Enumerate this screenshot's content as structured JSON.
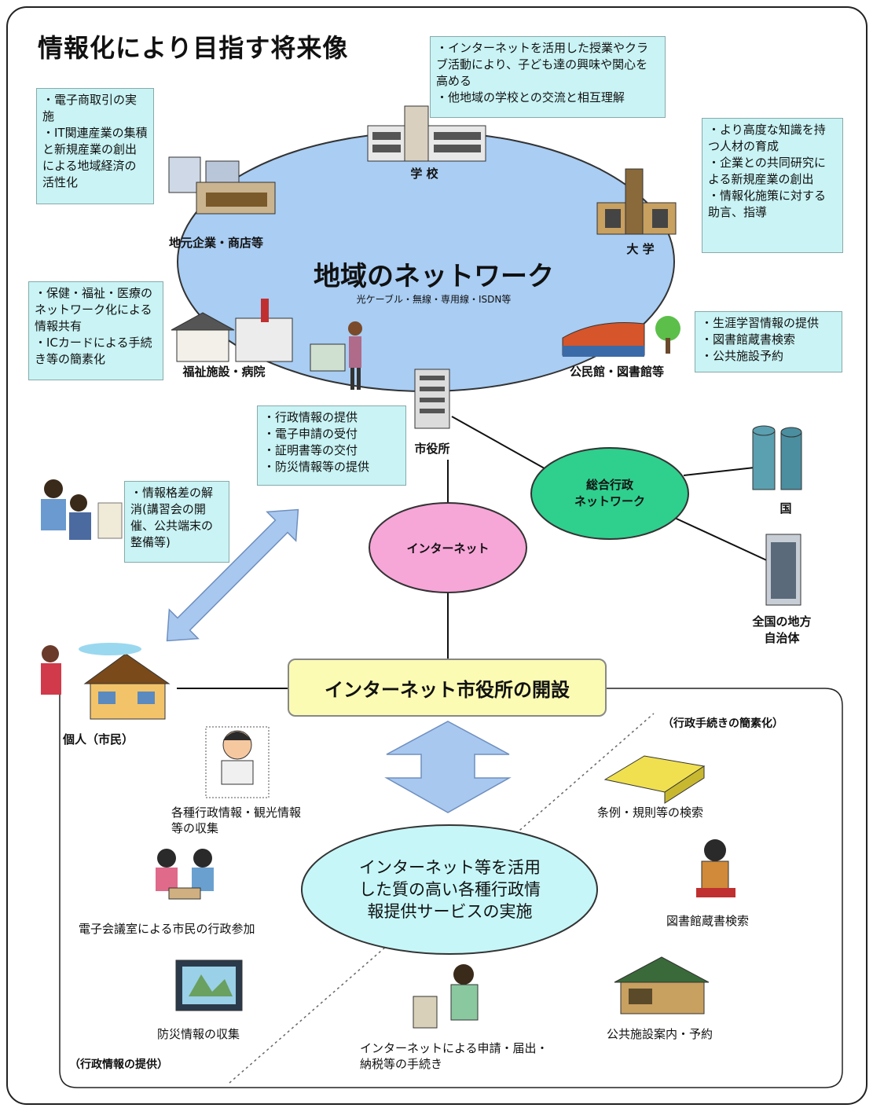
{
  "title": "情報化により目指す将来像",
  "network": {
    "title": "地域のネットワーク",
    "subtitle": "光ケーブル・無線・専用線・ISDN等"
  },
  "nodes": {
    "school": "学 校",
    "business": "地元企業・商店等",
    "university": "大 学",
    "welfare": "福祉施設・病院",
    "library": "公民館・図書館等",
    "city_hall": "市役所",
    "internet": "インターネット",
    "admin_network": "総合行政\nネットワーク",
    "country": "国",
    "local_govs": "全国の地方\n自治体",
    "citizen": "個人（市民）"
  },
  "notes": {
    "school": "・インターネットを活用した授業やクラブ活動により、子ども達の興味や関心を高める\n・他地域の学校との交流と相互理解",
    "business": "・電子商取引の実施\n・IT関連産業の集積と新規産業の創出による地域経済の活性化",
    "university": "・より高度な知識を持つ人材の育成\n・企業との共同研究による新規産業の創出\n・情報化施策に対する助言、指導",
    "welfare": "・保健・福祉・医療のネットワーク化による情報共有\n・ICカードによる手続き等の簡素化",
    "library": "・生涯学習情報の提供\n・図書館蔵書検索\n・公共施設予約",
    "city_hall": "・行政情報の提供\n・電子申請の受付\n・証明書等の交付\n・防災情報等の提供",
    "digital_divide": "・情報格差の解消(講習会の開催、公共端末の整備等)"
  },
  "internet_city_hall": "インターネット市役所の開設",
  "center_service": "インターネット等を活用\nした質の高い各種行政情\n報提供サービスの実施",
  "sections": {
    "procedures": "（行政手続きの簡素化）",
    "information": "（行政情報の提供）"
  },
  "services": {
    "info_collection": "各種行政情報・観光情報\n等の収集",
    "e_meeting": "電子会議室による市民の行政参加",
    "disaster_info": "防災情報の収集",
    "online_procedures": "インターネットによる申請・届出・\n納税等の手続き",
    "ordinance_search": "条例・規則等の検索",
    "library_search": "図書館蔵書検索",
    "facility_booking": "公共施設案内・予約"
  },
  "colors": {
    "network_ellipse": "#a9cdf3",
    "internet": "#f7a6d8",
    "admin_network": "#2fcf8e",
    "note_bg": "#c9f3f4",
    "banner": "#fbfbb3",
    "service_ellipse": "#c6f6f8",
    "arrow": "#a8c8f0"
  }
}
